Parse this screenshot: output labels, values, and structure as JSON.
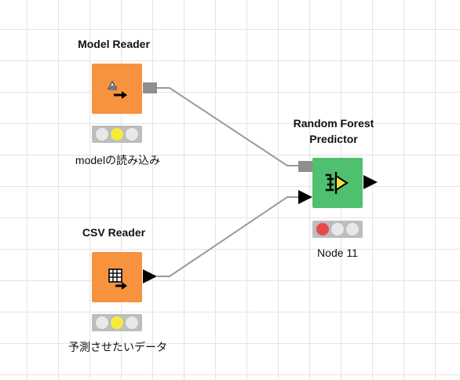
{
  "nodes": {
    "model_reader": {
      "title": "Model Reader",
      "label": "modelの読み込み",
      "status": "yellow",
      "icon": "model-reader-icon"
    },
    "csv_reader": {
      "title": "CSV Reader",
      "label": "予測させたいデータ",
      "status": "yellow",
      "icon": "table-reader-icon"
    },
    "rf_predictor": {
      "title_line1": "Random Forest",
      "title_line2": "Predictor",
      "label": "Node 11",
      "status": "red",
      "icon": "predictor-icon"
    }
  },
  "colors": {
    "reader_node": "#f7923e",
    "predictor_node": "#4fbf70",
    "traffic_yellow": "#f6ea3b",
    "traffic_red": "#e94848",
    "traffic_off": "#e8e8e8",
    "connection": "#999999"
  }
}
